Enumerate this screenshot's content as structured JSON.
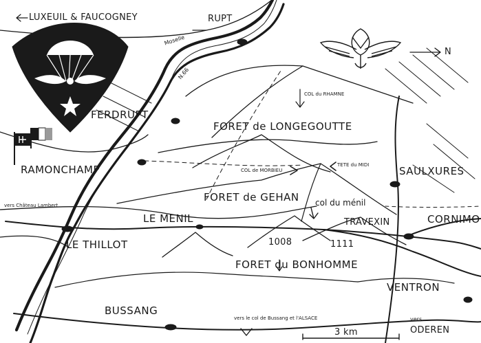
{
  "map": {
    "places": {
      "luxeuil": "LUXEUIL & FAUCOGNEY",
      "rupt": "RUPT",
      "ferdrupt": "FERDRUPT",
      "ramonchamp": "RAMONCHAMP",
      "saulxures": "SAULXURES",
      "le_menil": "LE MENIL",
      "le_thillot": "LE THILLOT",
      "cornimont": "CORNIMON",
      "travexin": "TRAVEXIN",
      "ventron": "VENTRON",
      "bussang": "BUSSANG",
      "oderen": "ODEREN",
      "vers_oderen": "vers"
    },
    "forests": {
      "longegoutte": "FORET de LONGEGOUTTE",
      "gehan": "FORET de GEHAN",
      "bonhomme": "FORET du BONHOMME"
    },
    "passes": {
      "rhamne": "COL du RHAMNE",
      "morbieu": "COL de MORBIEU",
      "tete_midi": "TETE du MIDI",
      "col_menil": "col du ménil"
    },
    "features": {
      "moselle": "Moselle",
      "road": "N.66",
      "vers_chateau": "vers Château Lambert",
      "vers_bussang": "vers le col de Bussang et l'ALSACE",
      "summit_1008": "1008",
      "summit_1111": "1111",
      "scale": "3 km",
      "north": "N"
    },
    "colors": {
      "ink": "#1a1a1a",
      "paper": "#ffffff"
    }
  }
}
